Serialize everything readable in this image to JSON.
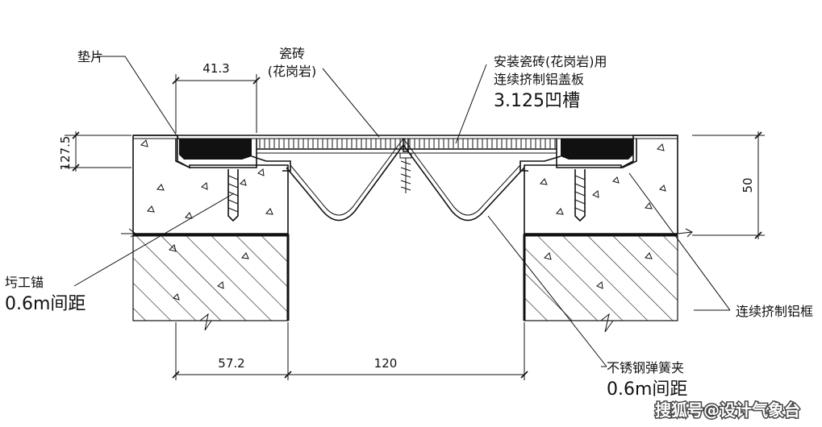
{
  "labels": {
    "pad": "垫片",
    "tile_line1": "瓷砖",
    "tile_line2": "(花岗岩)",
    "cover_line1": "安装瓷砖(花岗岩)用",
    "cover_line2": "连续挤制铝盖板",
    "cover_line3": "3.125凹槽",
    "anchor_line1": "圬工锚",
    "anchor_line2": "0.6m间距",
    "frame": "连续挤制铝框",
    "clip_line1": "不锈钢弹簧夹",
    "clip_line2": "0.6m间距"
  },
  "dimensions": {
    "top_width": "41.3",
    "left_height": "127.5",
    "right_height": "50",
    "bottom_left": "57.2",
    "bottom_gap": "120"
  },
  "watermark": "搜狐号@设计气象台",
  "colors": {
    "line": "#111111",
    "fill_black": "#111111",
    "watermark": "#ffffff"
  }
}
